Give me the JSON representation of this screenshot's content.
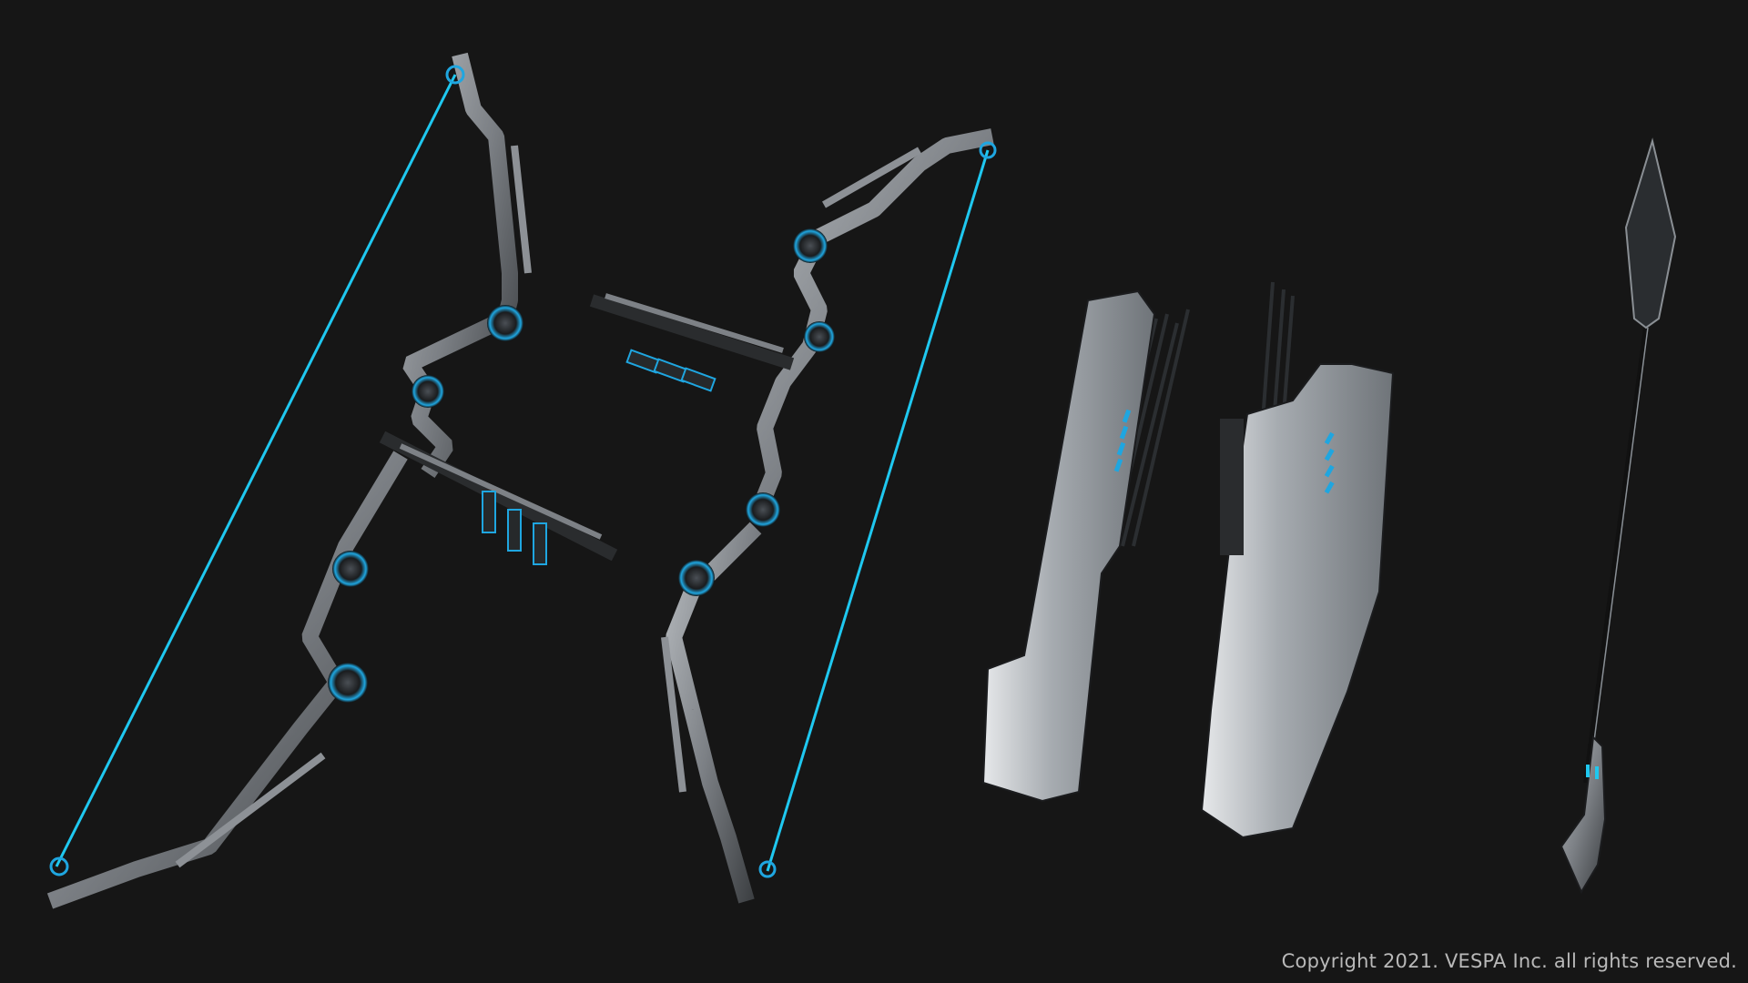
{
  "scene": {
    "background": "#161616",
    "accent_color": "#1fc8f0",
    "metal_light": "#9a9ea3",
    "metal_mid": "#5f6368",
    "metal_dark": "#232527",
    "items": [
      {
        "name": "bow-1",
        "description": "Mechanical compound bow, string on left"
      },
      {
        "name": "bow-2",
        "description": "Mechanical compound bow, string on right"
      },
      {
        "name": "quiver-1",
        "description": "Armored quiver with arrows"
      },
      {
        "name": "quiver-2",
        "description": "Armored quiver with arrows"
      },
      {
        "name": "arrow",
        "description": "Single sci-fi arrow"
      }
    ]
  },
  "footer": {
    "copyright": "Copyright 2021. VESPA Inc. all rights reserved."
  }
}
